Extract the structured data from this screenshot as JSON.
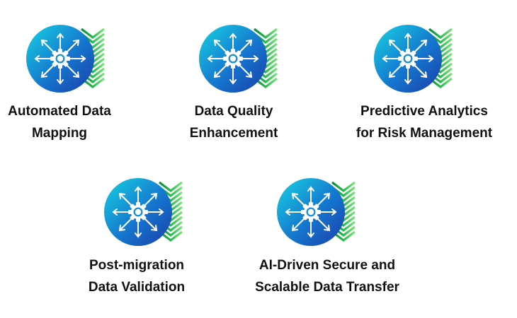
{
  "features": [
    {
      "line1": "Automated Data",
      "line2": "Mapping",
      "icon": "data-mapping-gear-icon"
    },
    {
      "line1": "Data Quality",
      "line2": "Enhancement",
      "icon": "data-mapping-gear-icon"
    },
    {
      "line1": "Predictive Analytics",
      "line2": "for Risk Management",
      "icon": "data-mapping-gear-icon"
    },
    {
      "line1": "Post-migration",
      "line2": "Data Validation",
      "icon": "data-mapping-gear-icon"
    },
    {
      "line1": "AI-Driven Secure and",
      "line2": "Scalable Data Transfer",
      "icon": "data-mapping-gear-icon"
    }
  ],
  "colors": {
    "circle_start": "#12c7df",
    "circle_end": "#1a4fb8",
    "chevron_light": "#5fdc6a",
    "chevron_dark": "#0a8f3a",
    "text": "#111111"
  }
}
